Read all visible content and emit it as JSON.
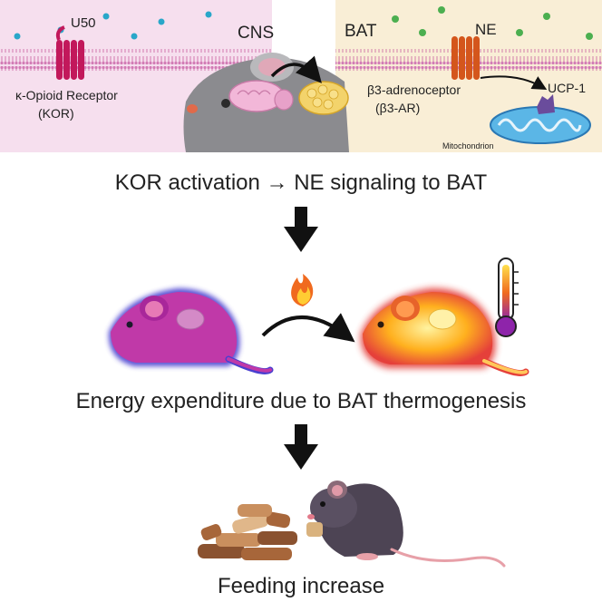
{
  "cns_panel": {
    "label": "CNS",
    "ligand_label": "U50",
    "receptor_label_line1": "κ-Opioid Receptor",
    "receptor_label_line2": "(KOR)"
  },
  "bat_panel": {
    "label": "BAT",
    "ligand_label": "NE",
    "receptor_label_line1": "β3-adrenoceptor",
    "receptor_label_line2": "(β3-AR)",
    "ucp_label": "UCP-1",
    "mito_label": "Mitochondrion"
  },
  "steps": {
    "step1": "KOR activation → NE signaling to BAT",
    "step2": "Energy expenditure due to BAT thermogenesis",
    "step3": "Feeding increase"
  },
  "colors": {
    "cns_bg": "#f6dfee",
    "bat_bg": "#f9eed6",
    "membrane": "#d99bc6",
    "kor_receptor": "#c2185b",
    "b3_receptor": "#d4561c",
    "u50_dots": "#29a7c9",
    "ne_dots": "#4caf50"
  }
}
